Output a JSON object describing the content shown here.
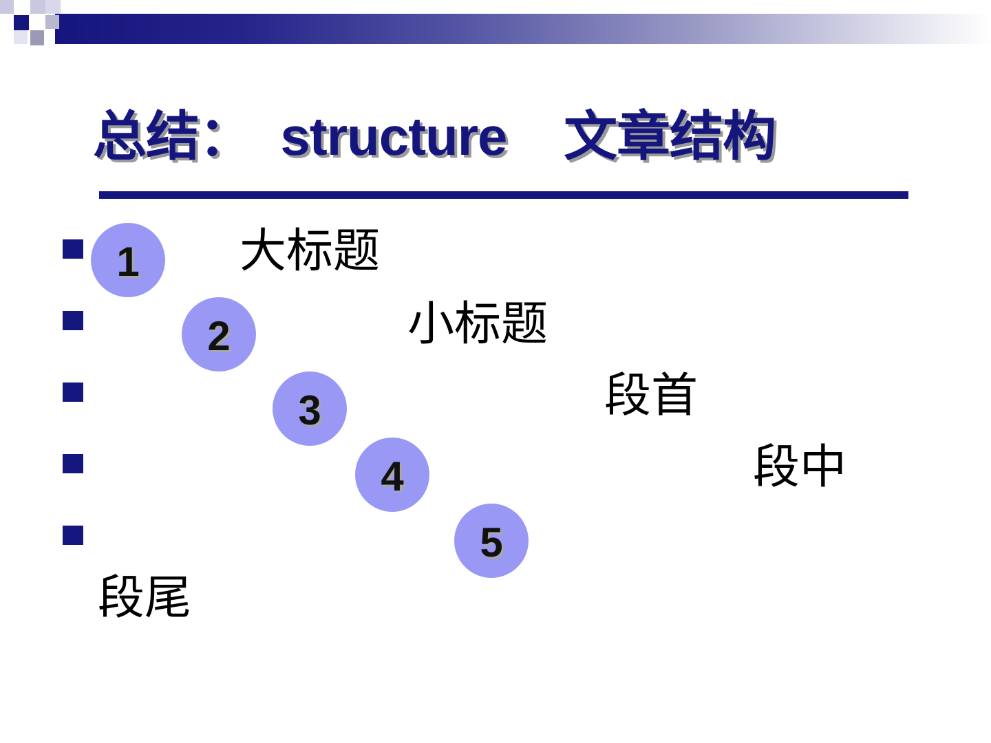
{
  "slide": {
    "title": "总结：  structure    文章结构",
    "items": [
      {
        "number": "1",
        "label": "大标题"
      },
      {
        "number": "2",
        "label": "小标题"
      },
      {
        "number": "3",
        "label": "段首"
      },
      {
        "number": "4",
        "label": "段中"
      },
      {
        "number": "5",
        "label": "段尾"
      }
    ]
  },
  "colors": {
    "accent": "#15157e",
    "circle_fill": "#9999f5",
    "text": "#000000"
  }
}
